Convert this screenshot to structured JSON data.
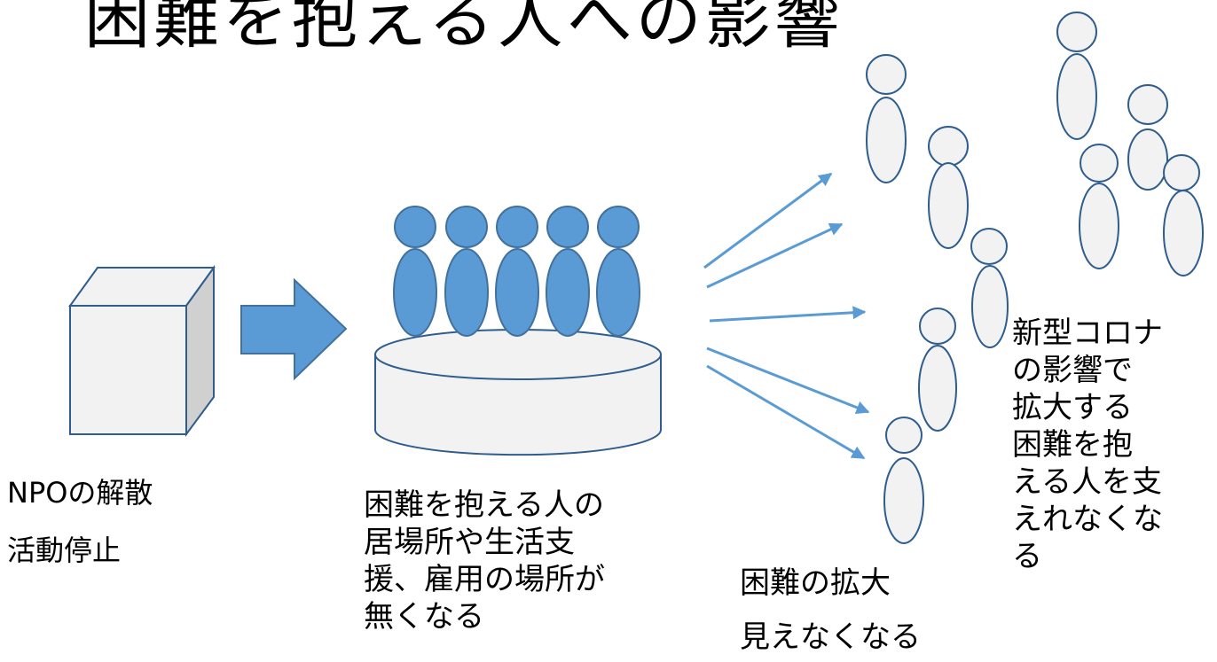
{
  "title": "困難を抱える人への影響",
  "labels": {
    "npo_dissolution": "NPOの解散",
    "activity_stop": "活動停止",
    "caption_center": [
      "困難を抱える人の",
      "居場所や生活支",
      "援、雇用の場所が",
      "無くなる"
    ],
    "difficulty_expand": "困難の拡大",
    "become_invisible": "見えなくなる",
    "caption_right": [
      "新型コロナ",
      "の影響で",
      "拡大する",
      "困難を抱",
      "える人を支",
      "えれなくな",
      "る"
    ]
  },
  "colors": {
    "blue_fill": "#5b9bd5",
    "blue_stroke": "#41719c",
    "gray_fill": "#f2f2f2",
    "gray_stroke": "#2e5d8e",
    "box_side": "#d0d0d0"
  }
}
